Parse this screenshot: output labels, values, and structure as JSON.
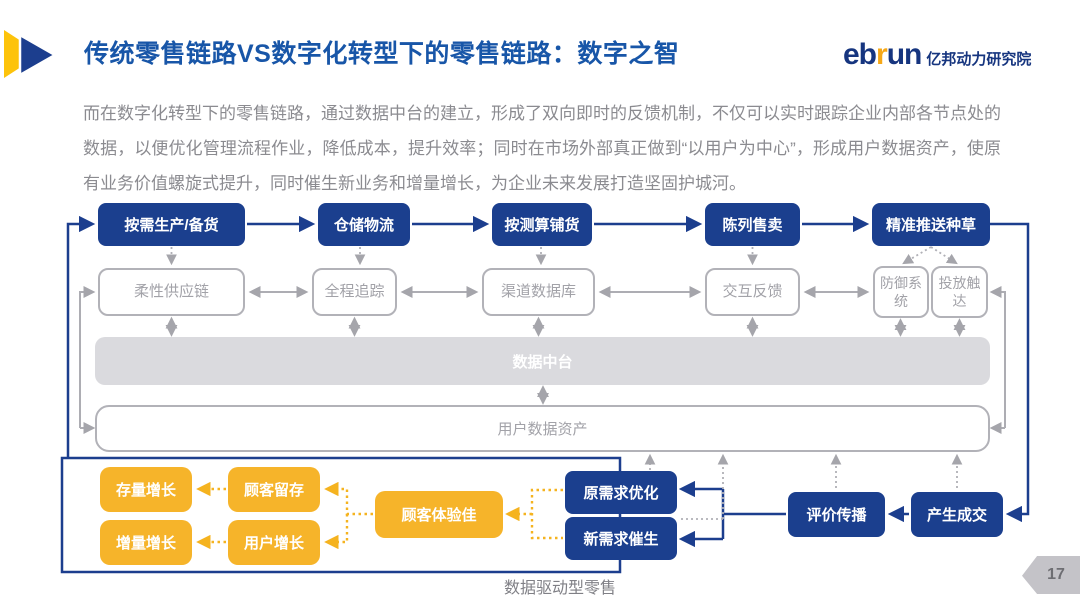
{
  "header": {
    "title": "传统零售链路VS数字化转型下的零售链路：数字之智",
    "brand": "ebrun",
    "brand_r": "r",
    "brand_pre": "eb",
    "brand_post": "un",
    "brand_suffix": "亿邦动力研究院",
    "marker_icon": "double-arrow-icon"
  },
  "intro": "而在数字化转型下的零售链路，通过数据中台的建立，形成了双向即时的反馈机制，不仅可以实时跟踪企业内部各节点处的数据，以便优化管理流程作业，降低成本，提升效率；同时在市场外部真正做到“以用户为中心”，形成用户数据资产，使原有业务价值螺旋式提升，同时催生新业务和增量增长，为企业未来发展打造坚固护城河。",
  "diagram": {
    "top_row": [
      {
        "label": "按需生产/备货"
      },
      {
        "label": "仓储物流"
      },
      {
        "label": "按测算铺货"
      },
      {
        "label": "陈列售卖"
      },
      {
        "label": "精准推送种草"
      }
    ],
    "mid_row": [
      {
        "label": "柔性供应链"
      },
      {
        "label": "全程追踪"
      },
      {
        "label": "渠道数据库"
      },
      {
        "label": "交互反馈"
      },
      {
        "label": "防御系统"
      },
      {
        "label": "投放触达"
      }
    ],
    "platform_label": "数据中台",
    "asset_label": "用户数据资产",
    "growth": [
      {
        "label": "存量增长"
      },
      {
        "label": "顾客留存"
      },
      {
        "label": "增量增长"
      },
      {
        "label": "用户增长"
      },
      {
        "label": "顾客体验佳"
      }
    ],
    "demand": [
      {
        "label": "原需求优化"
      },
      {
        "label": "新需求催生"
      },
      {
        "label": "评价传播"
      },
      {
        "label": "产生成交"
      }
    ],
    "caption": "数据驱动型零售"
  },
  "footer": {
    "page_number": "17"
  },
  "colors": {
    "navy": "#1b3f8e",
    "title_blue": "#1856a8",
    "yellow": "#f6b42a",
    "logo_orange": "#f6a817",
    "gray_border": "#b2b2b8",
    "gray_text": "#a2a2a8",
    "platform_gray": "#dadade",
    "body_text": "#8b8b90",
    "badge_gray": "#c4c3c8"
  }
}
